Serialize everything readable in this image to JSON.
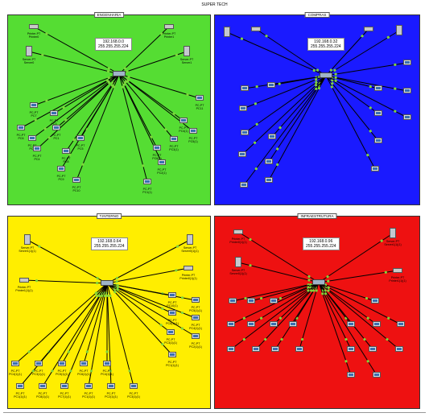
{
  "page": {
    "title": "SUPER TECH"
  },
  "colors": {
    "engenharia": "#55dd33",
    "compras": "#1a1aff",
    "tinterno": "#ffee00",
    "infraestrutura": "#ee1111",
    "link": "#000000",
    "link_status": "#7fd63a"
  },
  "areas": [
    {
      "id": "engenharia",
      "label": "ENGENHARIA",
      "color": "#55dd33",
      "network": [
        "192.168.0.0",
        "255.255.255.224"
      ],
      "devices": [
        {
          "type": "printer",
          "label": "Printer-PT\nPrinter0"
        },
        {
          "type": "printer",
          "label": "Printer-PT\nPrinter1"
        },
        {
          "type": "server",
          "label": "Server-PT\nServer0"
        },
        {
          "type": "server",
          "label": "Server-PT\nServer1"
        },
        {
          "type": "pc",
          "label": "PC-PT\nPC7"
        },
        {
          "type": "pc",
          "label": "PC-PT\nPC3"
        },
        {
          "type": "pc",
          "label": "PC-PT\nPC6"
        },
        {
          "type": "pc",
          "label": "PC-PT\nPC1"
        },
        {
          "type": "pc",
          "label": "PC-PT\nPC2"
        },
        {
          "type": "pc",
          "label": "PC-PT\nPC5"
        },
        {
          "type": "pc",
          "label": "PC-PT\nPC4"
        },
        {
          "type": "pc",
          "label": "PC-PT\nPC8"
        },
        {
          "type": "pc",
          "label": "PC-PT\nPC9"
        },
        {
          "type": "pc",
          "label": "PC-PT\nPC10"
        },
        {
          "type": "pc",
          "label": "PC-PT\nPC11"
        },
        {
          "type": "pc",
          "label": "PC-PT\nPC4(1)"
        },
        {
          "type": "pc",
          "label": "PC-PT\nPC5(1)"
        },
        {
          "type": "pc",
          "label": "PC-PT\nPC3(1)"
        },
        {
          "type": "pc",
          "label": "PC-PT\nPC6(1)"
        },
        {
          "type": "pc",
          "label": "PC-PT\nPC2(1)"
        },
        {
          "type": "pc",
          "label": "PC-PT\nPC1(1)"
        }
      ]
    },
    {
      "id": "compras",
      "label": "COMPRAS",
      "color": "#1a1aff",
      "network": [
        "192.168.0.32",
        "255.255.255.224"
      ],
      "devices": [
        {
          "type": "server",
          "label": ""
        },
        {
          "type": "printer",
          "label": ""
        },
        {
          "type": "printer",
          "label": ""
        },
        {
          "type": "server",
          "label": ""
        },
        {
          "type": "pc",
          "label": ""
        },
        {
          "type": "pc",
          "label": ""
        },
        {
          "type": "pc",
          "label": ""
        },
        {
          "type": "pc",
          "label": ""
        },
        {
          "type": "pc",
          "label": ""
        },
        {
          "type": "pc",
          "label": ""
        },
        {
          "type": "pc",
          "label": ""
        },
        {
          "type": "pc",
          "label": ""
        },
        {
          "type": "pc",
          "label": ""
        },
        {
          "type": "pc",
          "label": ""
        },
        {
          "type": "pc",
          "label": ""
        },
        {
          "type": "pc",
          "label": ""
        },
        {
          "type": "pc",
          "label": ""
        },
        {
          "type": "pc",
          "label": ""
        },
        {
          "type": "pc",
          "label": ""
        },
        {
          "type": "pc",
          "label": ""
        }
      ]
    },
    {
      "id": "tinterno",
      "label": "T.INTERNO",
      "color": "#ffee00",
      "network": [
        "192.168.0.64",
        "255.255.255.224"
      ],
      "devices": [
        {
          "type": "server",
          "label": "Server-PT\nServer1(1)(1)"
        },
        {
          "type": "server",
          "label": "Server-PT\nServer0(1)(1)"
        },
        {
          "type": "printer",
          "label": "Printer-PT\nPrinter1(1)(1)"
        },
        {
          "type": "printer",
          "label": "Printer-PT\nPrinter0(1)(1)"
        },
        {
          "type": "pc",
          "label": "PC-PT\nPC4(1)(1)"
        },
        {
          "type": "pc",
          "label": "PC-PT\nPC3(1)(1)"
        },
        {
          "type": "pc",
          "label": "PC-PT\nPC5(1)(1)"
        },
        {
          "type": "pc",
          "label": "PC-PT\nPC6(1)(1)"
        },
        {
          "type": "pc",
          "label": "PC-PT\nPC4(1)(1)"
        },
        {
          "type": "pc",
          "label": "PC-PT\nPC1(1)(1)"
        },
        {
          "type": "pc",
          "label": "PC-PT\nPC8(1)(1)"
        },
        {
          "type": "pc",
          "label": "PC-PT\nPC7(1)(1)"
        },
        {
          "type": "pc",
          "label": "PC-PT\nPC1(1)(1)"
        },
        {
          "type": "pc",
          "label": "PC-PT\nPC2(1)(1)"
        },
        {
          "type": "pc",
          "label": "PC-PT\nPC3(1)(1)"
        },
        {
          "type": "pc",
          "label": "PC-PT\nPC10(1)"
        },
        {
          "type": "pc",
          "label": "PC-PT\nPC5(1)(1)"
        },
        {
          "type": "pc",
          "label": "PC-PT\nPC6(1)(1)"
        },
        {
          "type": "pc",
          "label": "PC-PT\nPC4(1)(1)"
        },
        {
          "type": "pc",
          "label": "PC-PT\nPC3(1)(1)"
        },
        {
          "type": "pc",
          "label": "PC-PT\nPC2(1)(1)"
        },
        {
          "type": "pc",
          "label": "PC-PT\nPC1(1)(1)"
        }
      ]
    },
    {
      "id": "infraestrutura",
      "label": "INFRAESTRUTURA",
      "color": "#ee1111",
      "network": [
        "192.168.0.96",
        "255.255.255.224"
      ],
      "devices": [
        {
          "type": "printer",
          "label": "Printer-PT\nPrinter0(1)(1)"
        },
        {
          "type": "server",
          "label": "Server-PT\nServer0(1)(1)"
        },
        {
          "type": "server",
          "label": "Server-PT\nServer1(1)(1)"
        },
        {
          "type": "printer",
          "label": "Printer-PT\nPrinter1(1)(1)"
        },
        {
          "type": "pc",
          "label": ""
        },
        {
          "type": "pc",
          "label": ""
        },
        {
          "type": "pc",
          "label": ""
        },
        {
          "type": "pc",
          "label": ""
        },
        {
          "type": "pc",
          "label": ""
        },
        {
          "type": "pc",
          "label": ""
        },
        {
          "type": "pc",
          "label": ""
        },
        {
          "type": "pc",
          "label": ""
        },
        {
          "type": "pc",
          "label": ""
        },
        {
          "type": "pc",
          "label": ""
        },
        {
          "type": "pc",
          "label": ""
        },
        {
          "type": "pc",
          "label": ""
        },
        {
          "type": "pc",
          "label": ""
        },
        {
          "type": "pc",
          "label": ""
        },
        {
          "type": "pc",
          "label": ""
        },
        {
          "type": "pc",
          "label": ""
        },
        {
          "type": "pc",
          "label": ""
        },
        {
          "type": "pc",
          "label": ""
        },
        {
          "type": "pc",
          "label": ""
        },
        {
          "type": "pc",
          "label": ""
        }
      ]
    }
  ]
}
